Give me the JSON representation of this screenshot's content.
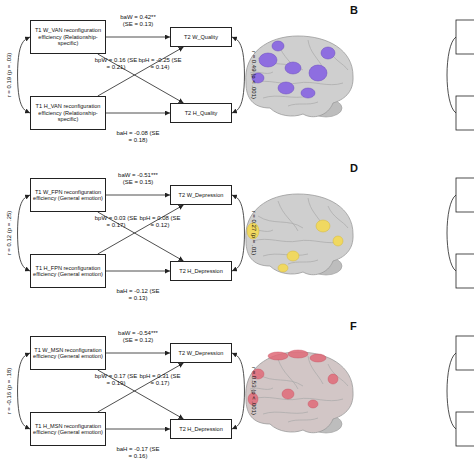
{
  "diagram": {
    "nodes": [
      {
        "text": [
          "T1 W_VAN reconfiguration efficiency (Relationship-specific)"
        ]
      },
      {
        "text": [
          "T2 W_Quality"
        ]
      },
      {
        "text": [
          "T1 H_VAN reconfiguration efficiency (Relationship-specific)"
        ]
      },
      {
        "text": [
          "T2 H_Quality"
        ]
      },
      {
        "text": [
          "T1 W_FPN reconfiguration efficiency (General emotion)"
        ]
      },
      {
        "text": [
          "T2 W_Depression"
        ]
      },
      {
        "text": [
          "T1 H_FPN reconfiguration efficiency (General emotion)"
        ]
      },
      {
        "text": [
          "T2 H_Depression"
        ]
      },
      {
        "text": [
          "T1 W_MSN reconfiguration efficiency (General emotion)"
        ]
      },
      {
        "text": [
          "T2 W_Depression"
        ]
      },
      {
        "text": [
          "T1 H_MSN reconfiguration efficiency (General emotion)"
        ]
      },
      {
        "text": [
          "T2 H_Depression"
        ]
      }
    ],
    "edges": [
      {
        "from": 0,
        "to": 1,
        "label": "baW = 0.42** (SE = 0.13)",
        "arrow": "to"
      },
      {
        "from": 0,
        "to": 3,
        "label": "bpW = 0.16 (SE = 0.21)",
        "arrow": "to"
      },
      {
        "from": 2,
        "to": 1,
        "label": "bpH = -0.25 (SE = 0.14)",
        "arrow": "to"
      },
      {
        "from": 2,
        "to": 3,
        "label": "baH = -0.08 (SE = 0.18)",
        "arrow": "to"
      },
      {
        "from": 0,
        "to": 2,
        "label": "r = 0.19 (p = .03)",
        "arrow": "both"
      },
      {
        "from": 1,
        "to": 3,
        "label": "r = 0.49 (p < .001)",
        "arrow": "both"
      },
      {
        "from": 4,
        "to": 5,
        "label": "baW = -0.51*** (SE = 0.15)",
        "arrow": "to"
      },
      {
        "from": 4,
        "to": 7,
        "label": "bpW = 0.03 (SE = 0.17)",
        "arrow": "to"
      },
      {
        "from": 6,
        "to": 5,
        "label": "bpH = 0.08 (SE = 0.12)",
        "arrow": "to"
      },
      {
        "from": 6,
        "to": 7,
        "label": "baH = -0.12 (SE = 0.13)",
        "arrow": "to"
      },
      {
        "from": 4,
        "to": 6,
        "label": "r = 0.12 (p = .25)",
        "arrow": "both"
      },
      {
        "from": 5,
        "to": 7,
        "label": "r = 0.27 (p = .01)",
        "arrow": "both"
      },
      {
        "from": 8,
        "to": 9,
        "label": "baW = -0.54*** (SE = 0.12)",
        "arrow": "to"
      },
      {
        "from": 8,
        "to": 11,
        "label": "bpW = 0.17 (SE = 0.19)",
        "arrow": "to"
      },
      {
        "from": 10,
        "to": 9,
        "label": "bpH = 0.31 (SE = 0.17)",
        "arrow": "to"
      },
      {
        "from": 10,
        "to": 11,
        "label": "baH = -0.17 (SE = 0.16)",
        "arrow": "to"
      },
      {
        "from": 8,
        "to": 10,
        "label": "r = -0.16 (p = .18)",
        "arrow": "both"
      },
      {
        "from": 9,
        "to": 11,
        "label": "r = 0.53 (p < .001)",
        "arrow": "both"
      }
    ],
    "labels": [
      "B",
      "D",
      "F"
    ]
  }
}
